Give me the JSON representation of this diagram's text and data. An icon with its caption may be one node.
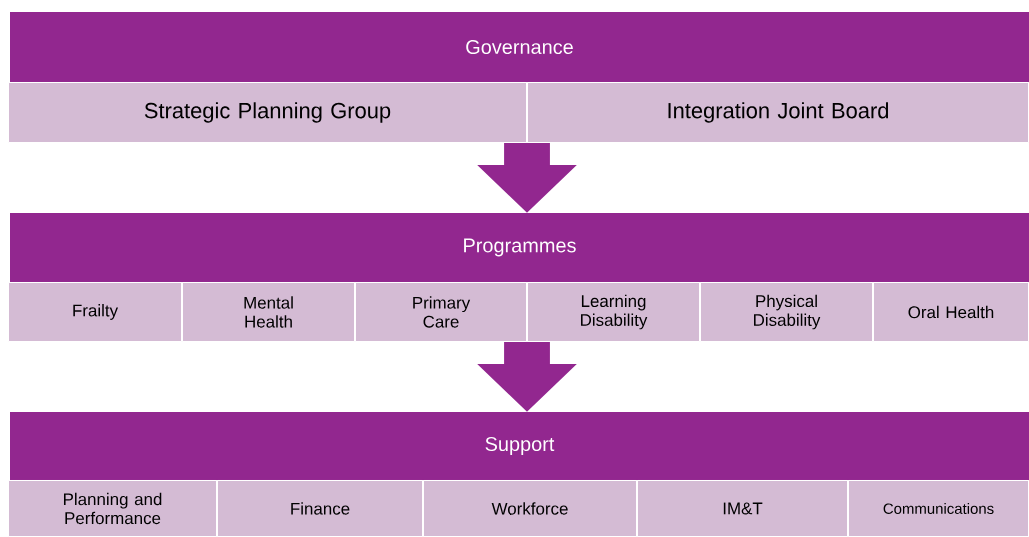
{
  "diagram": {
    "nodes": [
      {
        "text": [
          "Governance"
        ]
      },
      {
        "text": [
          "Strategic Planning Group"
        ]
      },
      {
        "text": [
          "Integration Joint Board"
        ]
      },
      {
        "text": [
          "Programmes"
        ]
      },
      {
        "text": [
          "Frailty"
        ]
      },
      {
        "text": [
          "Mental Health"
        ]
      },
      {
        "text": [
          "Primary Care"
        ]
      },
      {
        "text": [
          "Learning Disability"
        ]
      },
      {
        "text": [
          "Physical Disability"
        ]
      },
      {
        "text": [
          "Oral Health"
        ]
      },
      {
        "text": [
          "Support"
        ]
      },
      {
        "text": [
          "Planning and Performance"
        ]
      },
      {
        "text": [
          "Finance"
        ]
      },
      {
        "text": [
          "Workforce"
        ]
      },
      {
        "text": [
          "IM&T"
        ]
      },
      {
        "text": [
          "Communications"
        ]
      }
    ],
    "edges": [
      {
        "from": 1,
        "to": 3,
        "arrow": "to"
      },
      {
        "from": 2,
        "to": 3,
        "arrow": "to"
      },
      {
        "from": 6,
        "to": 10,
        "arrow": "to"
      },
      {
        "from": 7,
        "to": 10,
        "arrow": "to"
      }
    ]
  }
}
